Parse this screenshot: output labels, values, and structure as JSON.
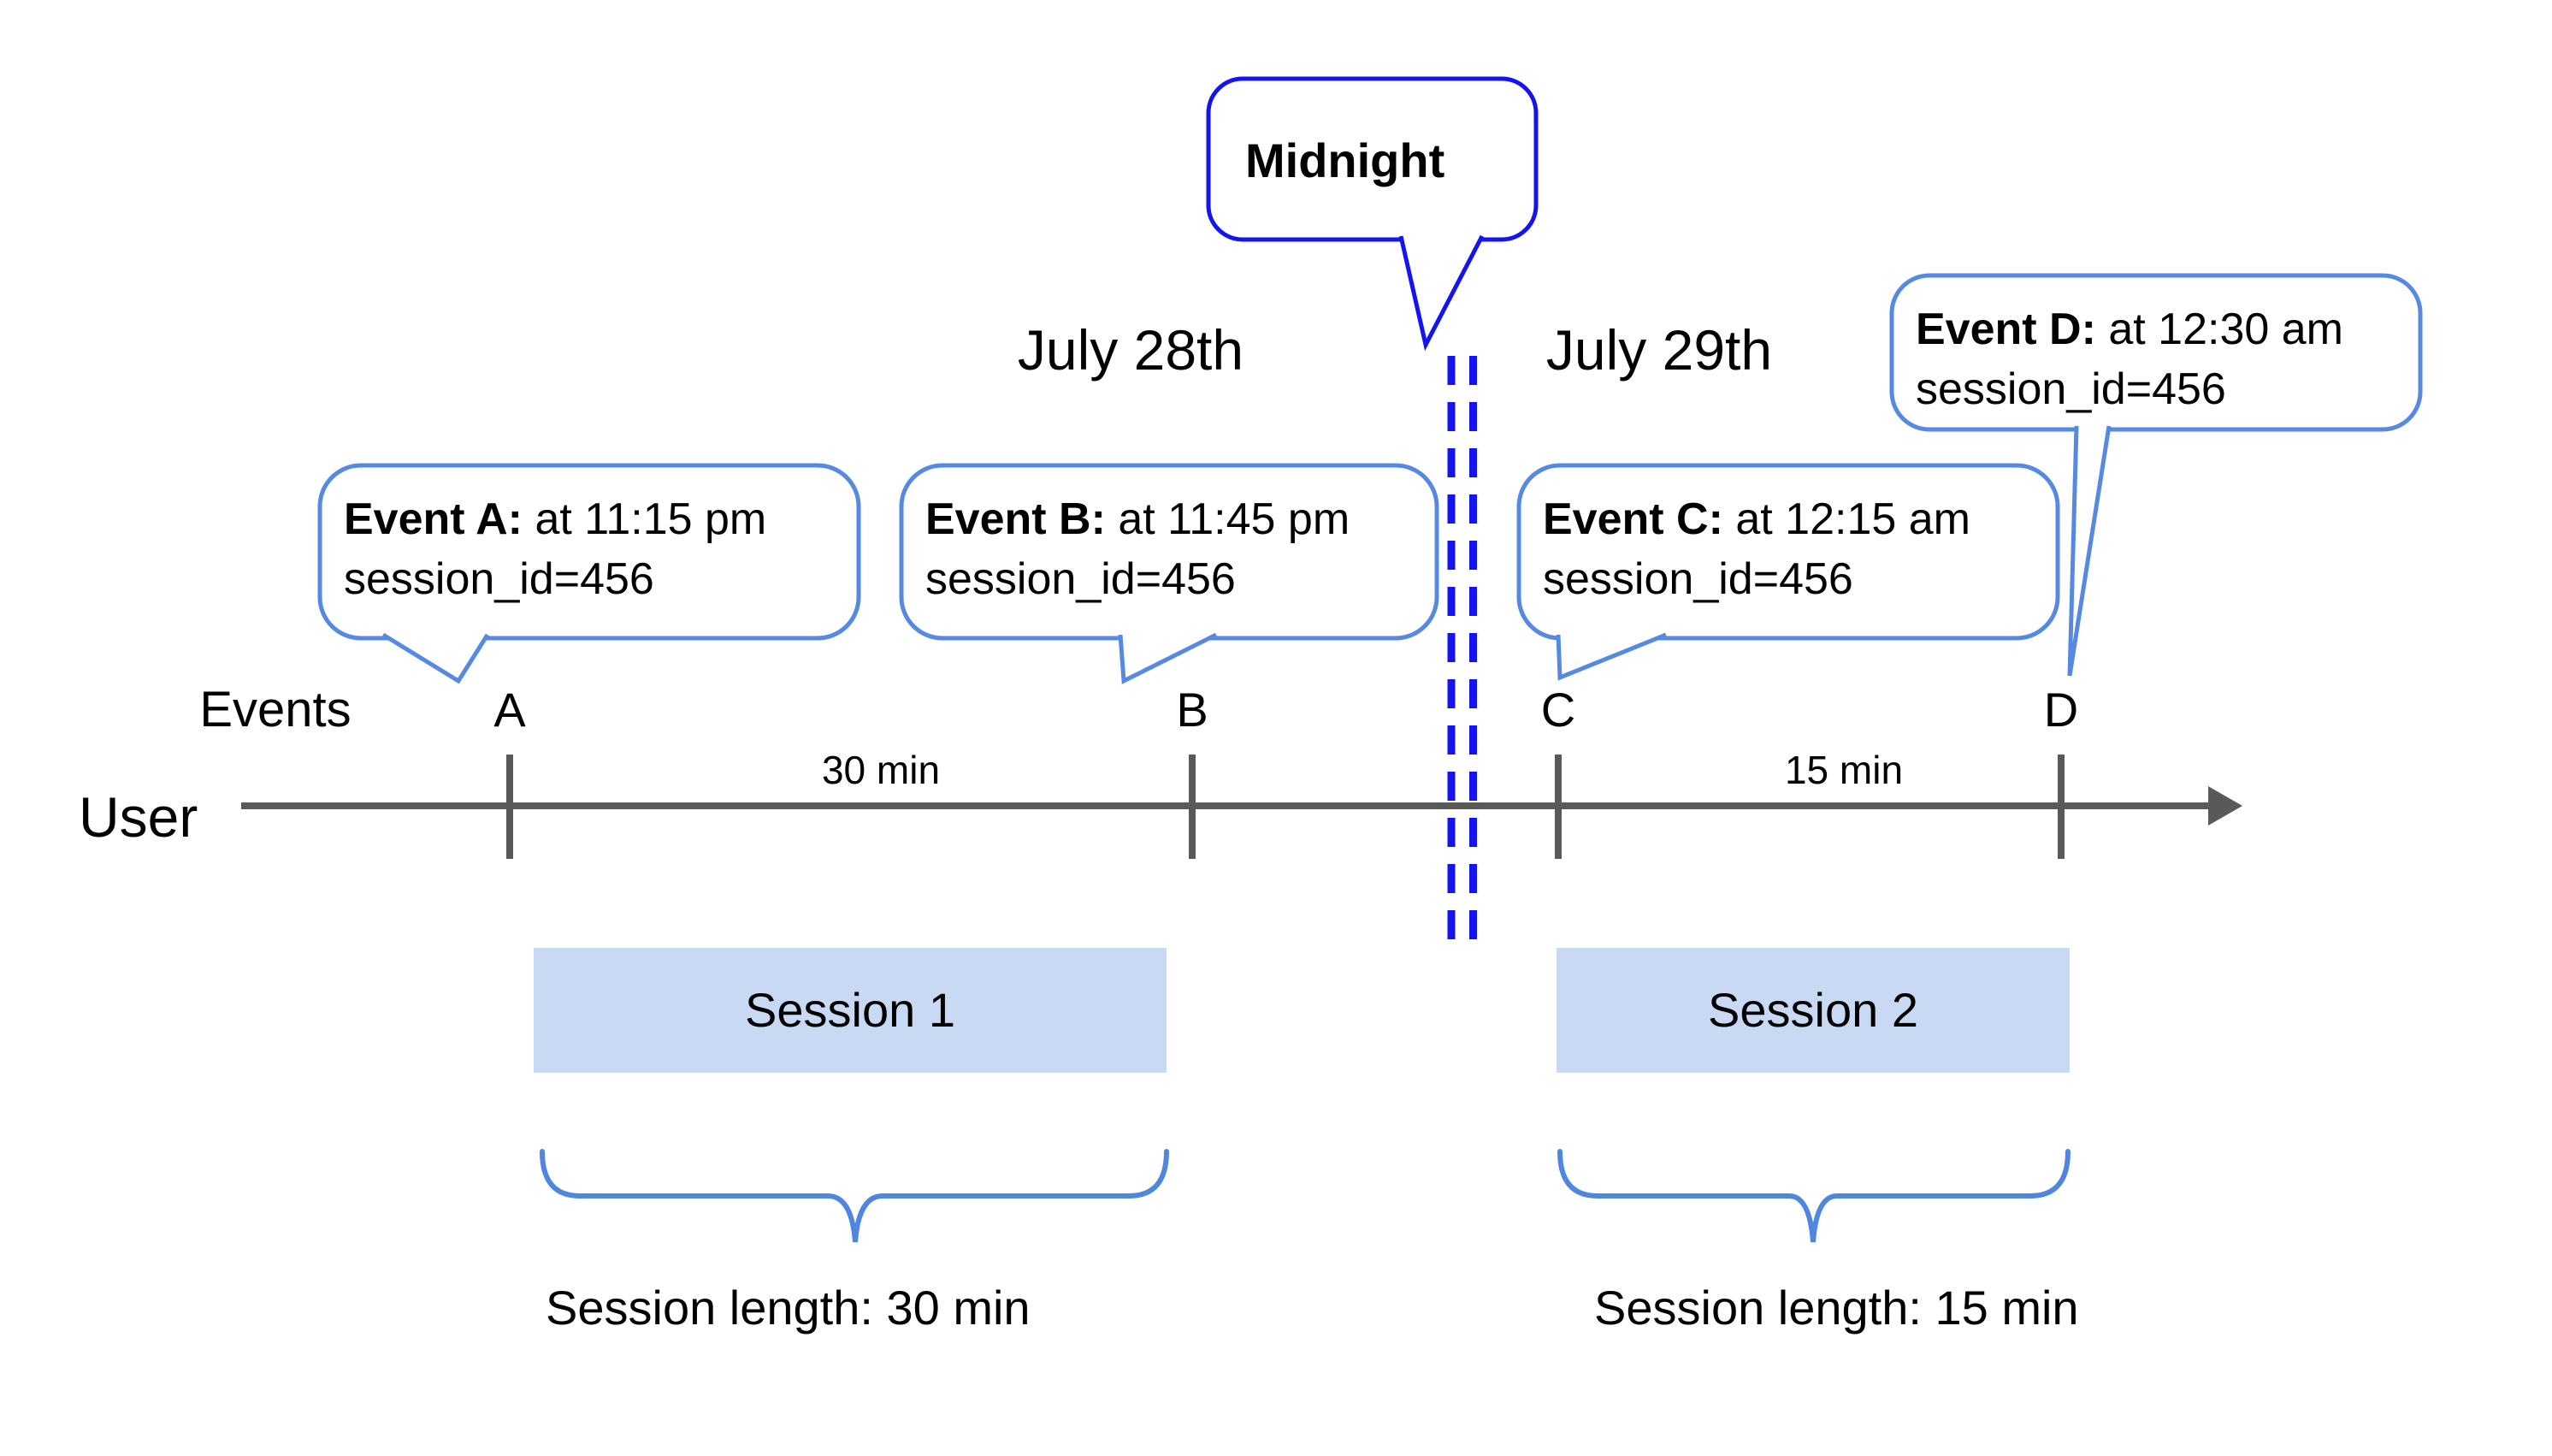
{
  "dates": {
    "left": "July 28th",
    "right": "July 29th"
  },
  "midnight": {
    "label": "Midnight"
  },
  "axis": {
    "events_label": "Events",
    "user_label": "User",
    "ticks": [
      "A",
      "B",
      "C",
      "D"
    ],
    "intervals": [
      "30 min",
      "15 min"
    ]
  },
  "events": [
    {
      "name": "Event A:",
      "time": " at 11:15 pm",
      "session": "session_id=456"
    },
    {
      "name": "Event B:",
      "time": " at 11:45 pm",
      "session": "session_id=456"
    },
    {
      "name": "Event C:",
      "time": " at 12:15 am",
      "session": "session_id=456"
    },
    {
      "name": "Event D:",
      "time": " at 12:30 am",
      "session": "session_id=456"
    }
  ],
  "sessions": [
    {
      "label": "Session 1",
      "length": "Session length: 30 min"
    },
    {
      "label": "Session 2",
      "length": "Session length: 15 min"
    }
  ],
  "colors": {
    "callout_border": "#1414f0",
    "dashed_midnight_line": "#1414f0",
    "event_bubble_border": "#568ae2",
    "brace": "#4f86e0",
    "session_fill": "#c9d9f4",
    "axis_gray": "#595959",
    "text": "#000000",
    "background": "#ffffff"
  }
}
